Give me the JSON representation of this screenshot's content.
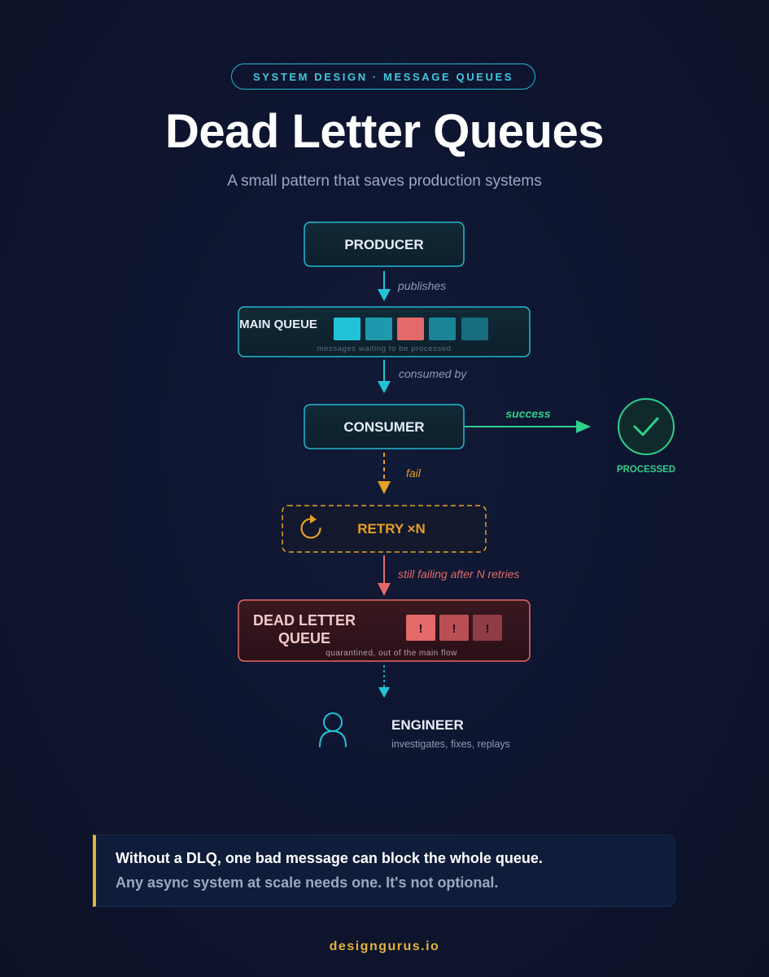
{
  "header": {
    "tag": "SYSTEM DESIGN · MESSAGE QUEUES",
    "title": "Dead Letter Queues",
    "subtitle": "A small pattern that saves production systems"
  },
  "diagram": {
    "producer": "PRODUCER",
    "publishes": "publishes",
    "main_queue": "MAIN QUEUE",
    "main_queue_caption": "messages waiting to be processed",
    "consumed_by": "consumed by",
    "consumer": "CONSUMER",
    "success": "success",
    "processed": "PROCESSED",
    "fail": "fail",
    "retry": "RETRY ×N",
    "still_failing": "still failing after N retries",
    "dlq_line1": "DEAD LETTER",
    "dlq_line2": "QUEUE",
    "dlq_caption": "quarantined, out of the main flow",
    "dlq_marker": "!",
    "engineer": "ENGINEER",
    "engineer_caption": "investigates, fixes, replays"
  },
  "callout": {
    "line1": "Without a DLQ, one bad message can block the whole queue.",
    "line2": "Any async system at scale needs one. It's not optional."
  },
  "footer": "designgurus.io",
  "colors": {
    "cyan": "#22c3d8",
    "green": "#2fcf8c",
    "orange": "#e6a023",
    "red": "#e46a6a",
    "gold": "#e2b33a"
  }
}
